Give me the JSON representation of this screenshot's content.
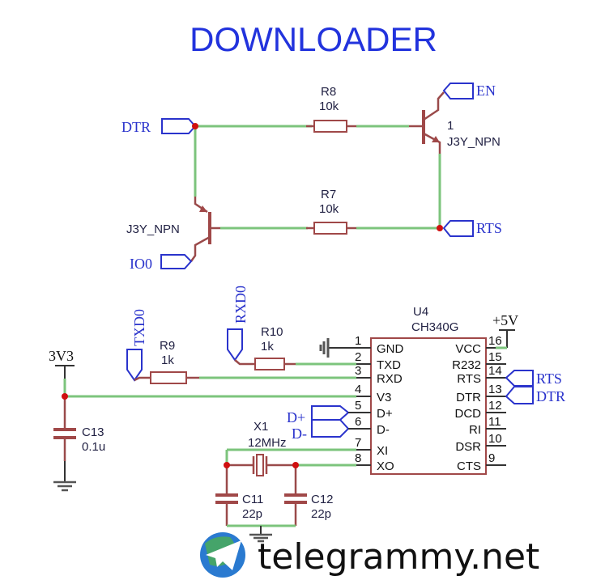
{
  "title": "DOWNLOADER",
  "nets": {
    "dtr": "DTR",
    "rts": "RTS",
    "en": "EN",
    "io0": "IO0",
    "txd0": "TXD0",
    "rxd0": "RXD0",
    "dplus": "D+",
    "dminus": "D-",
    "v33": "3V3",
    "v5": "+5V"
  },
  "parts": {
    "r8": {
      "ref": "R8",
      "val": "10k"
    },
    "r7": {
      "ref": "R7",
      "val": "10k"
    },
    "q1": {
      "ref": "1",
      "val": "J3Y_NPN"
    },
    "q2": {
      "val": "J3Y_NPN"
    },
    "r9": {
      "ref": "R9",
      "val": "1k"
    },
    "r10": {
      "ref": "R10",
      "val": "1k"
    },
    "c13": {
      "ref": "C13",
      "val": "0.1u"
    },
    "x1": {
      "ref": "X1",
      "val": "12MHz"
    },
    "c11": {
      "ref": "C11",
      "val": "22p"
    },
    "c12": {
      "ref": "C12",
      "val": "22p"
    },
    "u4": {
      "ref": "U4",
      "val": "CH340G"
    }
  },
  "ic_left": [
    {
      "n": "1",
      "name": "GND"
    },
    {
      "n": "2",
      "name": "TXD"
    },
    {
      "n": "3",
      "name": "RXD"
    },
    {
      "n": "4",
      "name": "V3"
    },
    {
      "n": "5",
      "name": "D+"
    },
    {
      "n": "6",
      "name": "D-"
    },
    {
      "n": "7",
      "name": "XI"
    },
    {
      "n": "8",
      "name": "XO"
    }
  ],
  "ic_right": [
    {
      "n": "16",
      "name": "VCC"
    },
    {
      "n": "15",
      "name": "R232"
    },
    {
      "n": "14",
      "name": "RTS"
    },
    {
      "n": "13",
      "name": "DTR"
    },
    {
      "n": "12",
      "name": "DCD"
    },
    {
      "n": "11",
      "name": "RI"
    },
    {
      "n": "10",
      "name": "DSR"
    },
    {
      "n": "9",
      "name": "CTS"
    }
  ],
  "watermark": "telegrammy.net"
}
